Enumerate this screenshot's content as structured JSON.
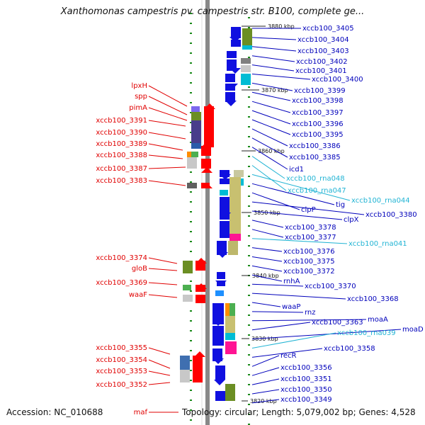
{
  "title": "Xanthomonas campestris pv. campestris str. B100, complete ge...",
  "footer": {
    "accession": "Accession: NC_010688",
    "topology": "Topology: circular; Length: 5,079,002 bp; Genes: 4,528"
  },
  "colors": {
    "left_label": "#e00000",
    "right_label": "#0000bb",
    "rna_label": "#22b4d4",
    "backbone": "#888888",
    "tick": "#1a8a1a"
  },
  "kbp_ticks": [
    {
      "label": "3880 kbp"
    },
    {
      "label": "3870 kbp"
    },
    {
      "label": "3860 kbp"
    },
    {
      "label": "3850 kbp"
    },
    {
      "label": "3840 kbp"
    },
    {
      "label": "3830 kbp"
    },
    {
      "label": "3820 kbp"
    }
  ],
  "left_genes": [
    {
      "label": "lpxH"
    },
    {
      "label": "spp"
    },
    {
      "label": "pimA"
    },
    {
      "label": "xccb100_3391"
    },
    {
      "label": "xccb100_3390"
    },
    {
      "label": "xccb100_3389"
    },
    {
      "label": "xccb100_3388"
    },
    {
      "label": "xccb100_3387"
    },
    {
      "label": "xccb100_3383"
    },
    {
      "label": "xccb100_3374"
    },
    {
      "label": "gloB"
    },
    {
      "label": "xccb100_3369"
    },
    {
      "label": "waaF"
    },
    {
      "label": "xccb100_3355"
    },
    {
      "label": "xccb100_3354"
    },
    {
      "label": "xccb100_3353"
    },
    {
      "label": "xccb100_3352"
    },
    {
      "label": "maf"
    }
  ],
  "right_genes": [
    {
      "label": "xccb100_3405",
      "type": "gene"
    },
    {
      "label": "xccb100_3404",
      "type": "gene"
    },
    {
      "label": "xccb100_3403",
      "type": "gene"
    },
    {
      "label": "xccb100_3402",
      "type": "gene"
    },
    {
      "label": "xccb100_3401",
      "type": "gene"
    },
    {
      "label": "xccb100_3400",
      "type": "gene"
    },
    {
      "label": "xccb100_3399",
      "type": "gene"
    },
    {
      "label": "xccb100_3398",
      "type": "gene"
    },
    {
      "label": "xccb100_3397",
      "type": "gene"
    },
    {
      "label": "xccb100_3396",
      "type": "gene"
    },
    {
      "label": "xccb100_3395",
      "type": "gene"
    },
    {
      "label": "xccb100_3386",
      "type": "gene"
    },
    {
      "label": "xccb100_3385",
      "type": "gene"
    },
    {
      "label": "icd1",
      "type": "gene"
    },
    {
      "label": "xccb100_rna048",
      "type": "rna"
    },
    {
      "label": "xccb100_rna047",
      "type": "rna"
    },
    {
      "label": "xccb100_rna044",
      "type": "rna"
    },
    {
      "label": "tig",
      "type": "gene"
    },
    {
      "label": "clpP",
      "type": "gene"
    },
    {
      "label": "xccb100_3380",
      "type": "gene"
    },
    {
      "label": "clpX",
      "type": "gene"
    },
    {
      "label": "xccb100_3378",
      "type": "gene"
    },
    {
      "label": "xccb100_3377",
      "type": "gene"
    },
    {
      "label": "xccb100_rna041",
      "type": "rna"
    },
    {
      "label": "xccb100_3376",
      "type": "gene"
    },
    {
      "label": "xccb100_3375",
      "type": "gene"
    },
    {
      "label": "xccb100_3372",
      "type": "gene"
    },
    {
      "label": "rnhA",
      "type": "gene"
    },
    {
      "label": "xccb100_3370",
      "type": "gene"
    },
    {
      "label": "xccb100_3368",
      "type": "gene"
    },
    {
      "label": "waaP",
      "type": "gene"
    },
    {
      "label": "rnz",
      "type": "gene"
    },
    {
      "label": "moaA",
      "type": "gene"
    },
    {
      "label": "xccb100_3363",
      "type": "gene"
    },
    {
      "label": "moaD",
      "type": "gene"
    },
    {
      "label": "xccb100_rna039",
      "type": "rna"
    },
    {
      "label": "xccb100_3358",
      "type": "gene"
    },
    {
      "label": "recR",
      "type": "gene"
    },
    {
      "label": "xccb100_3356",
      "type": "gene"
    },
    {
      "label": "xccb100_3351",
      "type": "gene"
    },
    {
      "label": "xccb100_3350",
      "type": "gene"
    },
    {
      "label": "xccb100_3349",
      "type": "gene"
    }
  ]
}
